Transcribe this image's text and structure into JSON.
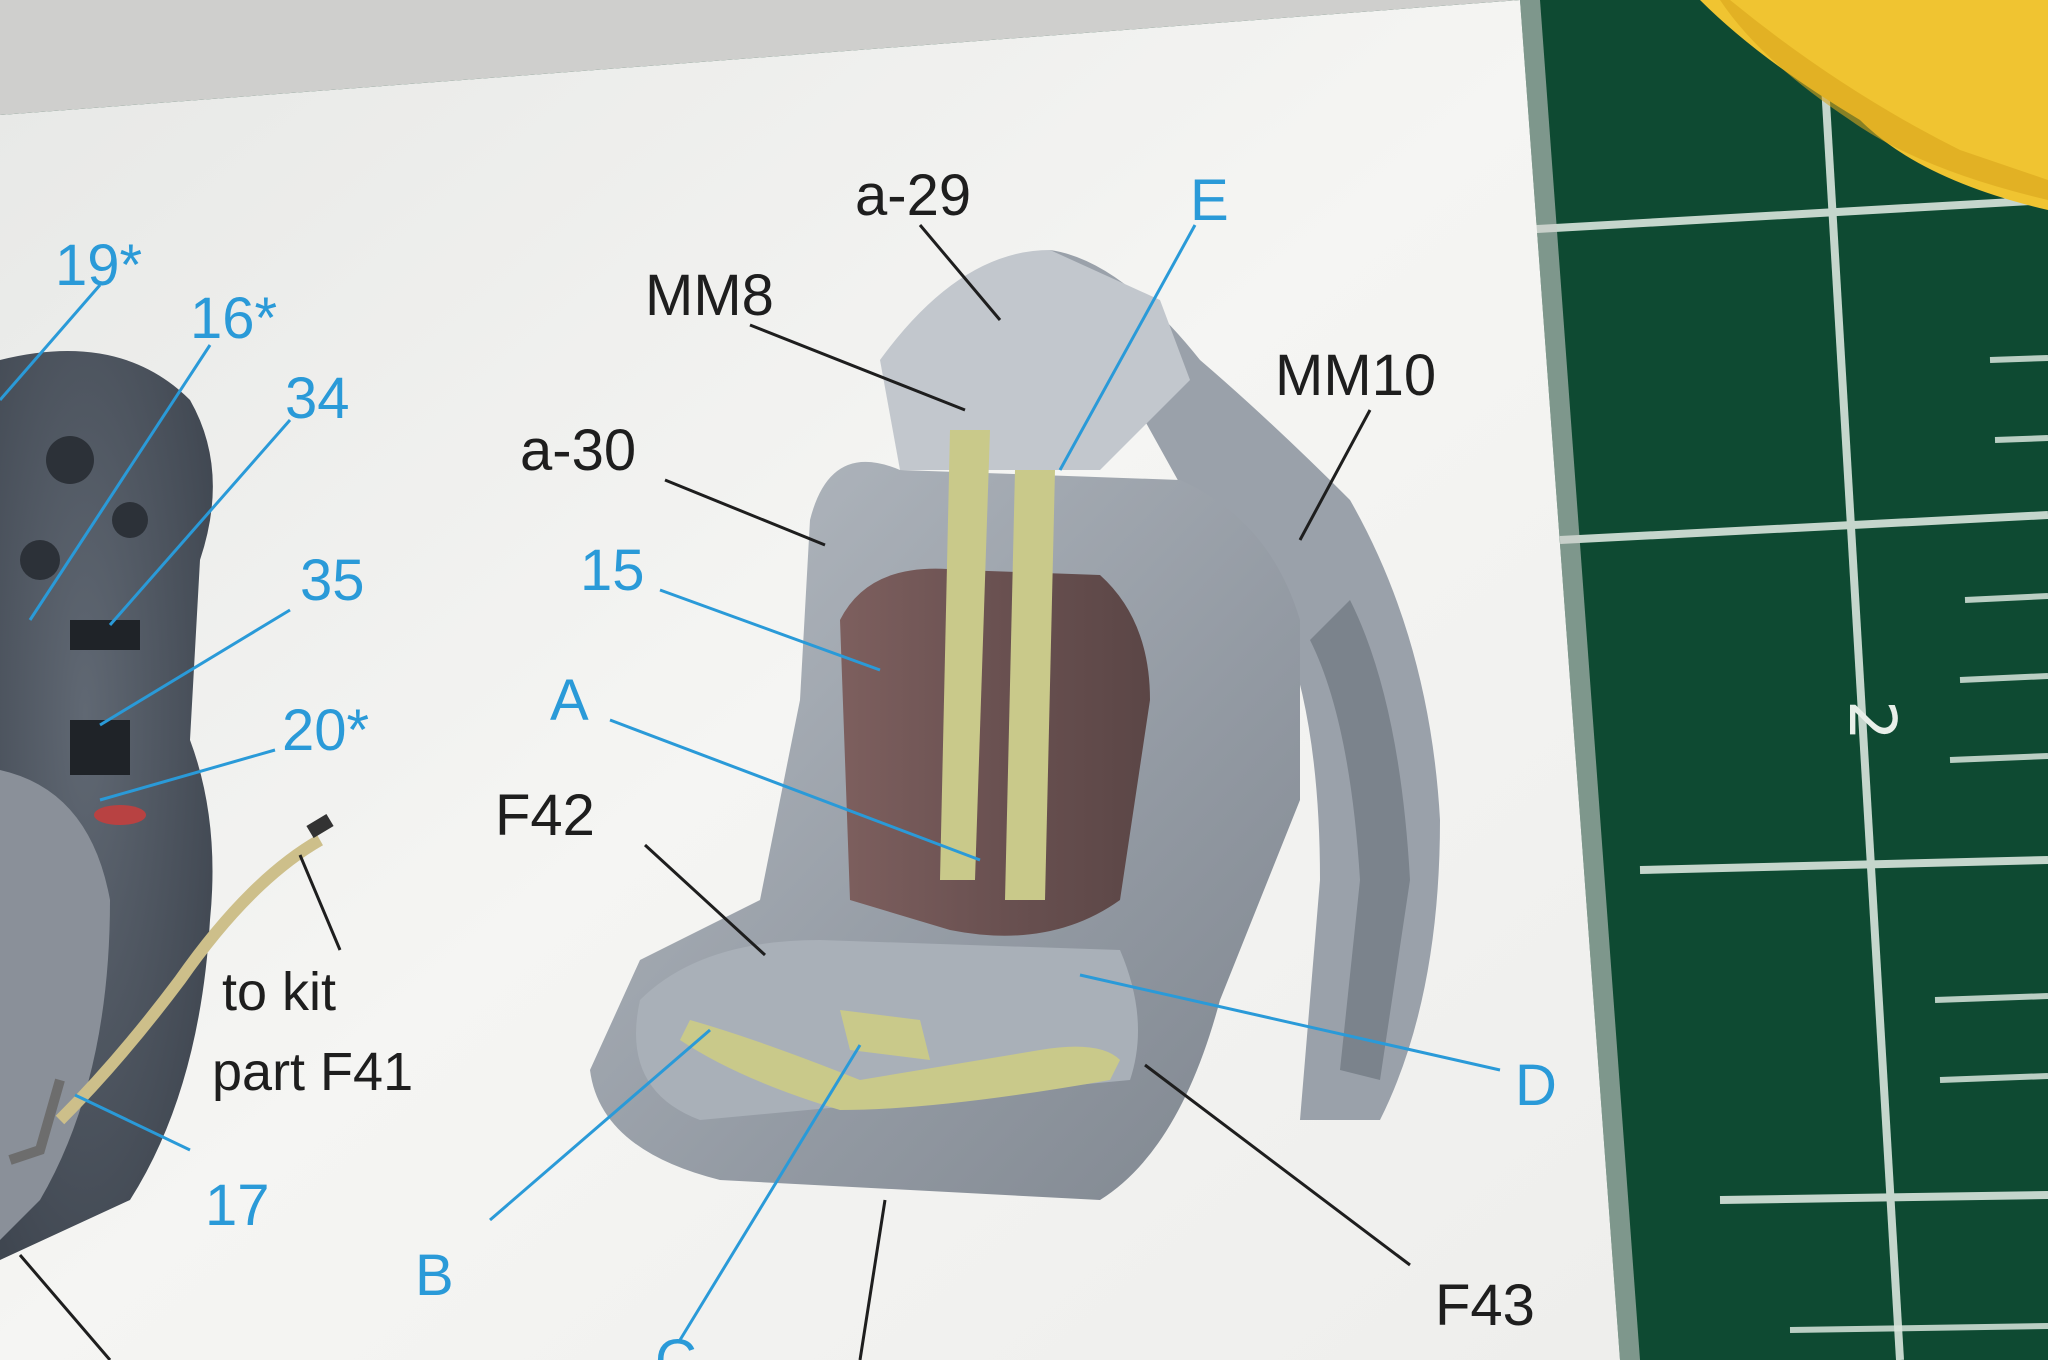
{
  "instruction_sheet": {
    "callouts": {
      "p19": "19*",
      "p16": "16*",
      "p34": "34",
      "p35": "35",
      "p20": "20*",
      "p15": "15",
      "pA": "A",
      "pE": "E",
      "pD": "D",
      "pB": "B",
      "p17": "17",
      "pC": "C",
      "a29": "a-29",
      "mm8": "MM8",
      "a30": "a-30",
      "mm10": "MM10",
      "f42": "F42",
      "f43": "F43"
    },
    "note_line1": "to kit",
    "note_line2": "part F41"
  },
  "cutting_mat": {
    "ruler_number": "2"
  },
  "colors": {
    "paper": "#f2f2f0",
    "mat": "#0e4a32",
    "callout_blue": "#2a9ad8",
    "callout_black": "#1e1e1e",
    "seat_grey": "#8f969f",
    "belt_yellow": "#c9c98a",
    "cushion_brown": "#6e5352",
    "pencil_yellow": "#f0c431"
  }
}
